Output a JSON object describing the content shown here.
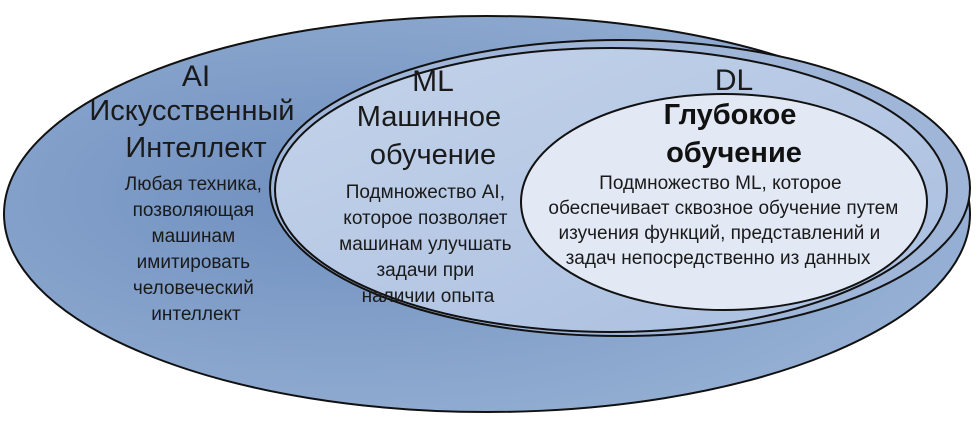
{
  "colors": {
    "ai_fill": "#7f9dc7",
    "ai_fill_light": "#9ab4d6",
    "ml_fill": "#b4c6e2",
    "dl_fill": "#e3e9f4",
    "outline": "#111111"
  },
  "ai": {
    "abbr": "AI",
    "name_lines": [
      "Искусственный",
      "Интеллект"
    ],
    "desc_lines": [
      "Любая техника,",
      "позволяющая",
      "машинам",
      "имитировать",
      "человеческий",
      "интеллект"
    ]
  },
  "ml": {
    "abbr": "ML",
    "name_lines": [
      "Машинное",
      "обучение"
    ],
    "desc_lines": [
      "Подмножество AI,",
      "которое позволяет",
      "машинам улучшать",
      "задачи при",
      "наличии опыта"
    ]
  },
  "dl": {
    "abbr": "DL",
    "name_lines": [
      "Глубокое",
      "обучение"
    ],
    "desc_lines": [
      "Подмножество ML, которое",
      "обеспечивает сквозное обучение путем",
      "изучения функций, представлений и",
      "задач непосредственно из данных"
    ]
  }
}
